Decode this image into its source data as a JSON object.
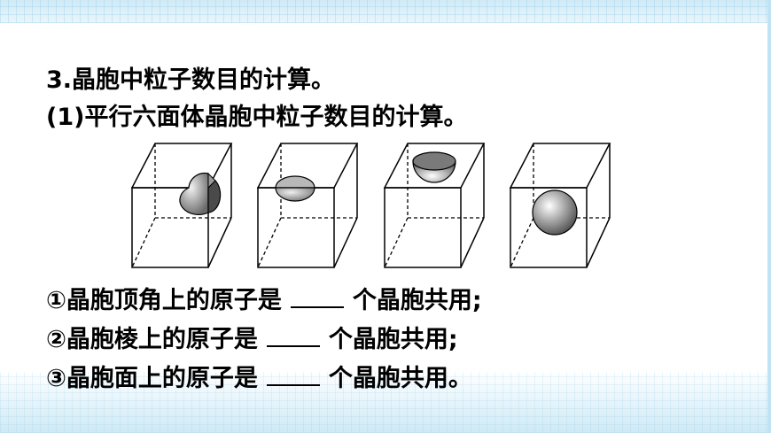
{
  "heading": "3.晶胞中粒子数目的计算。",
  "subheading": "(1)平行六面体晶胞中粒子数目的计算。",
  "questions": [
    {
      "marker": "①",
      "before": "晶胞顶角上的原子是",
      "after": "个晶胞共用;"
    },
    {
      "marker": "②",
      "before": "晶胞棱上的原子是",
      "after": "个晶胞共用;"
    },
    {
      "marker": "③",
      "before": "晶胞面上的原子是",
      "after": "个晶胞共用。"
    }
  ],
  "figures": [
    "corner-atom",
    "edge-atom",
    "face-atom",
    "body-atom"
  ],
  "colors": {
    "band": "#cfeaf6",
    "text": "#000000",
    "atom_dark": "#555555"
  }
}
